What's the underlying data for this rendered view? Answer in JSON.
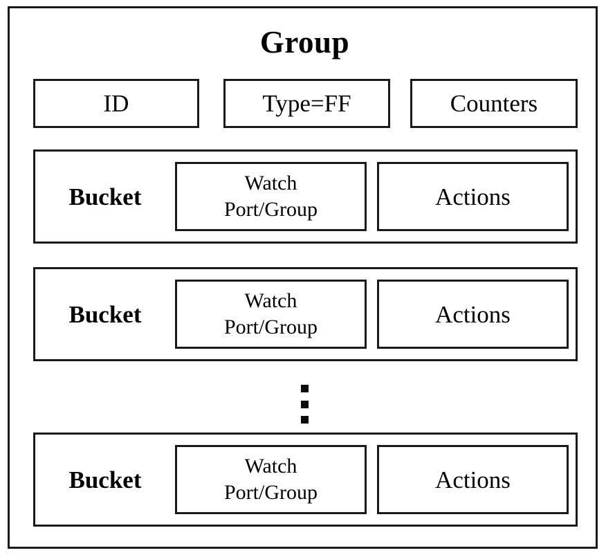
{
  "diagram": {
    "title": "Group",
    "header_fields": [
      {
        "label": "ID",
        "name": "group-id-field"
      },
      {
        "label": "Type=FF",
        "name": "group-type-field"
      },
      {
        "label": "Counters",
        "name": "group-counters-field"
      }
    ],
    "bucket_label": "Bucket",
    "watch_line_1": "Watch",
    "watch_line_2": "Port/Group",
    "actions_label": "Actions",
    "ellipsis_symbol": "vertical-ellipsis",
    "buckets": [
      {
        "label": "Bucket",
        "watch_line_1": "Watch",
        "watch_line_2": "Port/Group",
        "actions_label": "Actions"
      },
      {
        "label": "Bucket",
        "watch_line_1": "Watch",
        "watch_line_2": "Port/Group",
        "actions_label": "Actions"
      },
      {
        "label": "Bucket",
        "watch_line_1": "Watch",
        "watch_line_2": "Port/Group",
        "actions_label": "Actions"
      }
    ],
    "colors": {
      "stroke": "#1a1a1a",
      "background": "#ffffff",
      "text": "#000000",
      "dot": "#0b0b0b"
    }
  }
}
